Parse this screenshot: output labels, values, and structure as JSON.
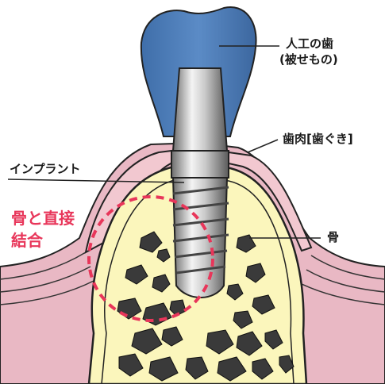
{
  "labels": {
    "crown": "人工の歯",
    "crown_note": "(被せもの)",
    "gum": "歯肉[歯ぐき]",
    "implant": "インプラント",
    "bone": "骨",
    "integration_line1": "骨と直接",
    "integration_line2": "結合"
  },
  "colors": {
    "crown": "#4a7ab6",
    "gum": "#f2c8d0",
    "bone": "#fbf6bc",
    "implant_metal": "#9a9a9a",
    "highlight": "#e8365a",
    "cancellous_holes": "#3a3a3a"
  }
}
